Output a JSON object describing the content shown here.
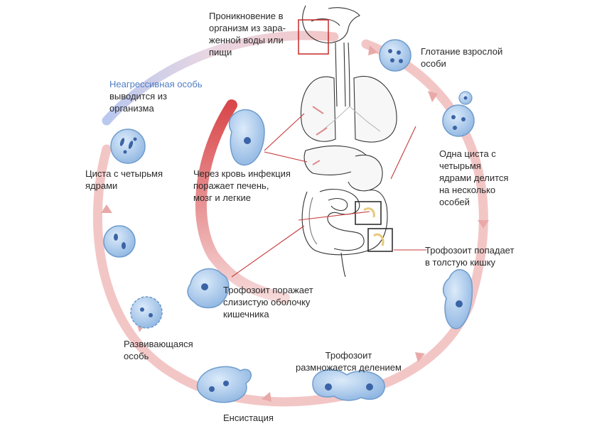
{
  "colors": {
    "cycle": "#f3c6c6",
    "cycle_blue": "#b9c8ef",
    "blood_arrow": "#d9484b",
    "cell_fill": "#a9c9ec",
    "cell_stroke": "#6f9ccc",
    "nucleus": "#3b64a6",
    "leader_line": "#c63a3a",
    "highlight_box_red": "#c62828",
    "highlight_box_black": "#222222",
    "nonaggressive_text": "#4f7fc4"
  },
  "labels": {
    "entry": [
      "Проникновение в",
      "организм из зара-",
      "женной воды или",
      "пищи"
    ],
    "swallow": [
      "Глотание взрослой",
      "особи"
    ],
    "cyst_divides": [
      "Одна циста с",
      "четырьмя",
      "ядрами делится",
      "на несколько",
      "особей"
    ],
    "trophozoite_colon": [
      "Трофозоит попадает",
      "в толстую кишку"
    ],
    "reproduces": [
      "Трофозоит",
      "размножается делением"
    ],
    "encystation": [
      "Енсистация"
    ],
    "developing": [
      "Развивающаяся",
      "особь"
    ],
    "four_nuclei": [
      "Циста с четырьмя",
      "ядрами"
    ],
    "nonaggressive_highlight": "Неагрессивная особь",
    "nonaggressive_rest": [
      "выводится из",
      "организма"
    ],
    "blood": [
      "Через кровь инфекция",
      "поражает печень,",
      "мозг и легкие"
    ],
    "mucosa": [
      "Трофозоит поражает",
      "слизистую оболочку",
      "кишечника"
    ]
  }
}
